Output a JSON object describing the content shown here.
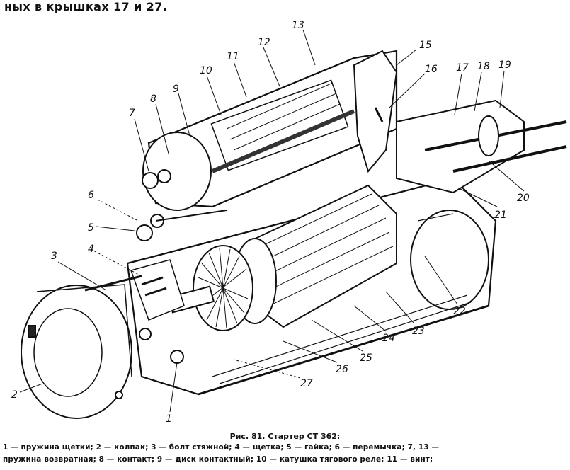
{
  "header": {
    "text": "ных в крышках 17 и 27."
  },
  "figure": {
    "callouts": [
      "1",
      "2",
      "3",
      "4",
      "5",
      "6",
      "7",
      "8",
      "9",
      "10",
      "11",
      "12",
      "13",
      "15",
      "16",
      "17",
      "18",
      "19",
      "20",
      "21",
      "22",
      "23",
      "24",
      "25",
      "26",
      "27"
    ]
  },
  "caption": {
    "title": "Рис. 81. Стартер СТ 362:",
    "line1": "1 — пружина щетки; 2 — колпак; 3 — болт стяжной; 4 — щетка; 5 — гайка; 6 — перемычка; 7, 13 —",
    "line2": "пружина возвратная; 8 — контакт; 9 — диск контактный; 10 — катушка тягового реле; 11 — винт;"
  }
}
